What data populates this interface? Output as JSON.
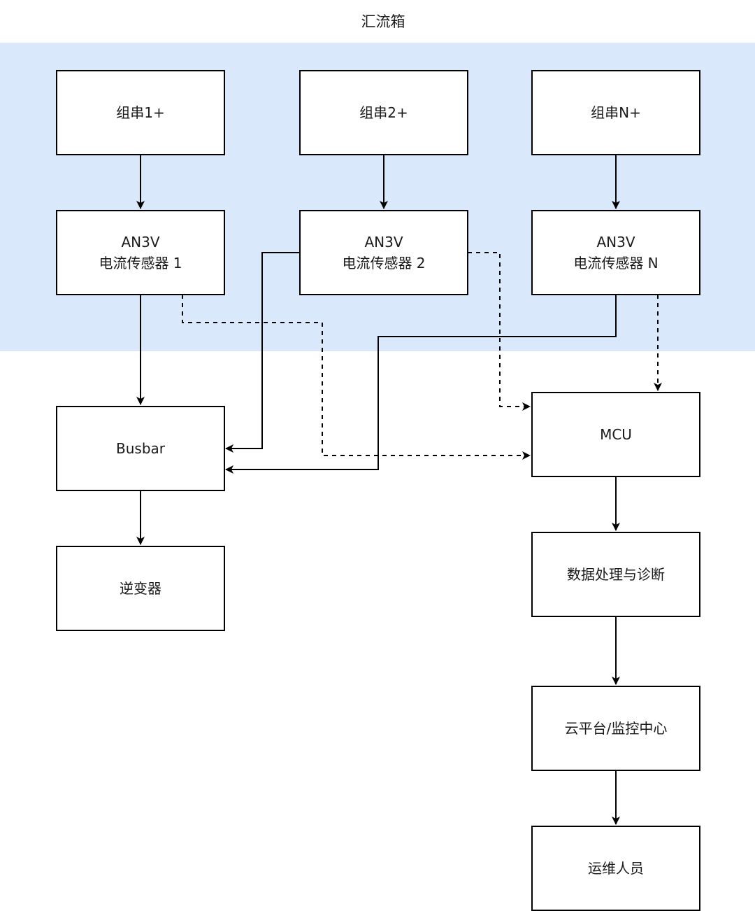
{
  "container": {
    "title": "汇流箱",
    "fill": "#dae8fc"
  },
  "nodes": {
    "string1": {
      "lines": [
        "组串1+"
      ]
    },
    "string2": {
      "lines": [
        "组串2+"
      ]
    },
    "stringN": {
      "lines": [
        "组串N+"
      ]
    },
    "sensor1": {
      "lines": [
        "AN3V",
        "电流传感器 1"
      ]
    },
    "sensor2": {
      "lines": [
        "AN3V",
        "电流传感器 2"
      ]
    },
    "sensorN": {
      "lines": [
        "AN3V",
        "电流传感器 N"
      ]
    },
    "busbar": {
      "lines": [
        "Busbar"
      ]
    },
    "inverter": {
      "lines": [
        "逆变器"
      ]
    },
    "mcu": {
      "lines": [
        "MCU"
      ]
    },
    "processing": {
      "lines": [
        "数据处理与诊断"
      ]
    },
    "cloud": {
      "lines": [
        "云平台/监控中心"
      ]
    },
    "staff": {
      "lines": [
        "运维人员"
      ]
    }
  },
  "edges": [
    {
      "from": "string1",
      "to": "sensor1",
      "style": "solid"
    },
    {
      "from": "string2",
      "to": "sensor2",
      "style": "solid"
    },
    {
      "from": "stringN",
      "to": "sensorN",
      "style": "solid"
    },
    {
      "from": "sensor1",
      "to": "busbar",
      "style": "solid"
    },
    {
      "from": "sensor2",
      "to": "busbar",
      "style": "solid"
    },
    {
      "from": "sensorN",
      "to": "busbar",
      "style": "solid"
    },
    {
      "from": "sensor1",
      "to": "mcu",
      "style": "dashed"
    },
    {
      "from": "sensor2",
      "to": "mcu",
      "style": "dashed"
    },
    {
      "from": "sensorN",
      "to": "mcu",
      "style": "dashed"
    },
    {
      "from": "busbar",
      "to": "inverter",
      "style": "solid"
    },
    {
      "from": "mcu",
      "to": "processing",
      "style": "solid"
    },
    {
      "from": "processing",
      "to": "cloud",
      "style": "solid"
    },
    {
      "from": "cloud",
      "to": "staff",
      "style": "solid"
    }
  ]
}
